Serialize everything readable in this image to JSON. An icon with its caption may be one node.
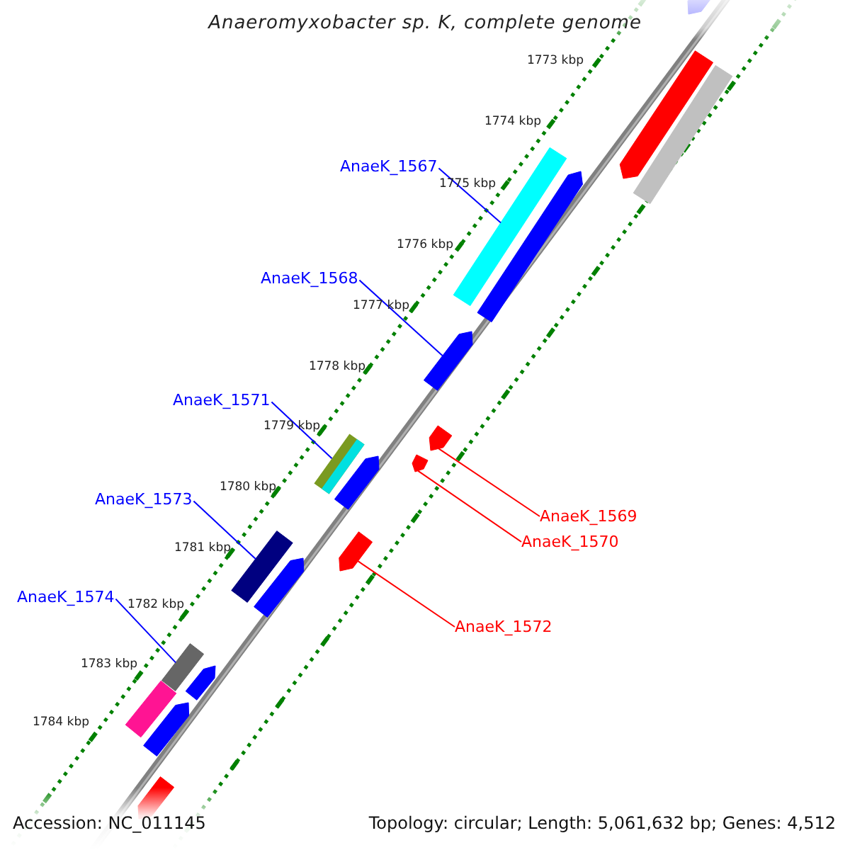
{
  "diagram": {
    "title": "Anaeromyxobacter sp. K, complete genome",
    "nodes": [
      {
        "text": [
          "AnaeK_1567"
        ]
      },
      {
        "text": [
          "AnaeK_1568"
        ]
      },
      {
        "text": [
          "AnaeK_1571"
        ]
      },
      {
        "text": [
          "AnaeK_1573"
        ]
      },
      {
        "text": [
          "AnaeK_1574"
        ]
      },
      {
        "text": [
          "AnaeK_1569"
        ]
      },
      {
        "text": [
          "AnaeK_1570"
        ]
      },
      {
        "text": [
          "AnaeK_1572"
        ]
      },
      {
        "text": [],
        "shape": "arrow"
      },
      {
        "text": [],
        "shape": "arrow"
      },
      {
        "text": [],
        "shape": "bar"
      },
      {
        "text": [],
        "shape": "bar"
      },
      {
        "text": [],
        "shape": "arrow"
      },
      {
        "text": [],
        "shape": "arrow"
      },
      {
        "text": [],
        "shape": "arrow"
      },
      {
        "text": [],
        "shape": "bar"
      },
      {
        "text": [],
        "shape": "arrow"
      },
      {
        "text": [],
        "shape": "arrow"
      },
      {
        "text": [],
        "shape": "bar"
      },
      {
        "text": [],
        "shape": "arrow"
      },
      {
        "text": [],
        "shape": "arrow"
      },
      {
        "text": [],
        "shape": "bar"
      },
      {
        "text": [],
        "shape": "arrow"
      },
      {
        "text": [],
        "shape": "bar"
      },
      {
        "text": [],
        "shape": "arrow"
      },
      {
        "text": [],
        "shape": "arrow"
      }
    ],
    "edges": [
      {
        "from": 0,
        "to": 11,
        "arrow": "none"
      },
      {
        "from": 1,
        "to": 13,
        "arrow": "none"
      },
      {
        "from": 2,
        "to": 15,
        "arrow": "none"
      },
      {
        "from": 3,
        "to": 18,
        "arrow": "none"
      },
      {
        "from": 4,
        "to": 21,
        "arrow": "none"
      },
      {
        "from": 5,
        "to": 14,
        "arrow": "none",
        "color": "#ff0000"
      },
      {
        "from": 6,
        "to": 16,
        "arrow": "none",
        "color": "#ff0000"
      },
      {
        "from": 7,
        "to": 19,
        "arrow": "none",
        "color": "#ff0000"
      }
    ],
    "labels": [
      "1773 kbp",
      "1774 kbp",
      "1775 kbp",
      "1776 kbp",
      "1777 kbp",
      "1778 kbp",
      "1779 kbp",
      "1780 kbp",
      "1781 kbp",
      "1782 kbp",
      "1783 kbp",
      "1784 kbp",
      "Accession: NC_011145",
      "Topology: circular; Length: 5,061,632 bp; Genes: 4,512"
    ]
  }
}
